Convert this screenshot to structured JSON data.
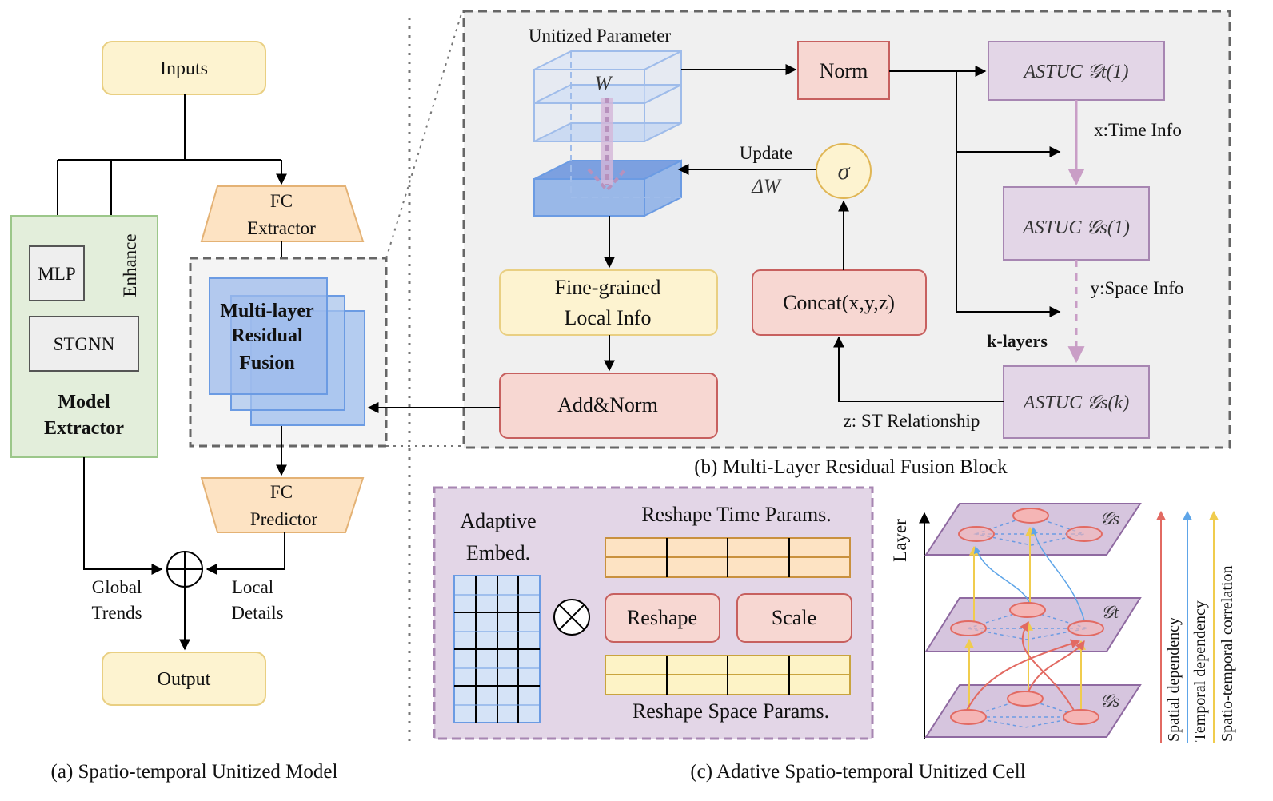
{
  "panel_a": {
    "caption": "(a) Spatio-temporal Unitized Model",
    "inputs": "Inputs",
    "output": "Output",
    "mlp": "MLP",
    "stgnn": "STGNN",
    "enhance": "Enhance",
    "model_extractor_1": "Model",
    "model_extractor_2": "Extractor",
    "fc_extractor_1": "FC",
    "fc_extractor_2": "Extractor",
    "fc_predictor_1": "FC",
    "fc_predictor_2": "Predictor",
    "fusion_1": "Multi-layer",
    "fusion_2": "Residual",
    "fusion_3": "Fusion",
    "global_1": "Global",
    "global_2": "Trends",
    "local_1": "Local",
    "local_2": "Details"
  },
  "panel_b": {
    "caption": "(b) Multi-Layer Residual Fusion Block",
    "unitized_parameter": "Unitized Parameter",
    "w": "W",
    "norm": "Norm",
    "astuc_t1": "ASTUC 𝒢t(1)",
    "astuc_s1": "ASTUC 𝒢s(1)",
    "astuc_sk": "ASTUC 𝒢s(k)",
    "time_info": "x:Time Info",
    "space_info": "y:Space Info",
    "k_layers": "k-layers",
    "st_relationship": "z: ST Relationship",
    "update": "Update",
    "delta_w": "ΔW",
    "sigma": "σ",
    "fine_grained_1": "Fine-grained",
    "fine_grained_2": "Local Info",
    "concat": "Concat(x,y,z)",
    "add_norm": "Add&Norm"
  },
  "panel_c": {
    "caption": "(c) Adative Spatio-temporal Unitized Cell",
    "adaptive_1": "Adaptive",
    "adaptive_2": "Embed.",
    "otimes": "⊗",
    "reshape_time": "Reshape Time Params.",
    "reshape_space": "Reshape Space Params.",
    "reshape": "Reshape",
    "scale": "Scale",
    "layer": "Layer",
    "gs_top": "𝒢s",
    "gt_mid": "𝒢t",
    "gs_bottom": "𝒢s",
    "legend_spatial": "Spatial dependency",
    "legend_temporal": "Temporal dependency",
    "legend_st": "Spatio-temporal correlation"
  },
  "colors": {
    "yellow_fill": "#fdf3d0",
    "yellow_stroke": "#e9cf82",
    "green_fill": "#e3eedb",
    "green_stroke": "#9cc78a",
    "orange_fill": "#fde3c3",
    "orange_stroke": "#e4b275",
    "pink_fill": "#f7d7d2",
    "pink_stroke": "#c7605f",
    "purple_fill": "#e3d6e7",
    "purple_stroke": "#a786b2",
    "blue_fill": "#a8c4ee",
    "blue_stroke": "#6b9be3",
    "panel_gray": "#f0f0f0",
    "red_arrow": "#e26a62",
    "blue_arrow": "#5ea5e8",
    "yellow_arrow": "#f0cc4e"
  }
}
